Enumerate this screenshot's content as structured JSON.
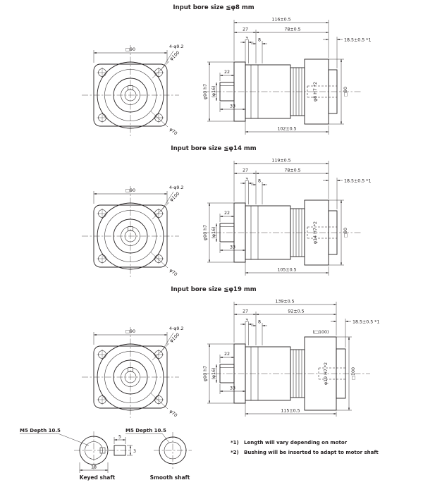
{
  "page": {
    "background": "#ffffff",
    "line_color": "#231f20"
  },
  "sections": [
    {
      "title": "Input bore size  ≦φ8 mm",
      "front": {
        "square": "□90",
        "holes": "4-φ9.2",
        "bcd": "φ100",
        "spigot": "φ70"
      },
      "side": {
        "overall": "116±0.5",
        "len_a": "27",
        "len_b": "78±0.5",
        "small_a": "3",
        "small_b": "8",
        "left_a": "22",
        "left_b": "33",
        "right": "18.5±0.5 *1",
        "bottom": "102±0.5",
        "flange_dia": "φ90 h7",
        "shaft_dia": "(φ16)",
        "motor_flange": "□90",
        "bore": "φ8 H7 *2"
      }
    },
    {
      "title": "Input bore size  ≦φ14 mm",
      "front": {
        "square": "□90",
        "holes": "4-φ9.2",
        "bcd": "φ100",
        "spigot": "φ70"
      },
      "side": {
        "overall": "119±0.5",
        "len_a": "27",
        "len_b": "78±0.5",
        "small_a": "3",
        "small_b": "8",
        "left_a": "22",
        "left_b": "33",
        "right": "18.5±0.5 *1",
        "bottom": "105±0.5",
        "flange_dia": "φ90 h7",
        "shaft_dia": "(φ16)",
        "motor_flange": "□90",
        "bore": "φ14 H7 *2"
      }
    },
    {
      "title": "Input bore size  ≦φ19 mm",
      "front": {
        "square": "□90",
        "holes": "4-φ9.2",
        "bcd": "φ100",
        "spigot": "φ70"
      },
      "side": {
        "overall": "139±0.5",
        "len_a": "27",
        "len_b": "92±0.5",
        "small_a": "3",
        "small_b": "8",
        "left_a": "22",
        "left_b": "33",
        "right": "18.5±0.5 *1",
        "bottom": "115±0.5",
        "flange_dia": "φ90 h7",
        "shaft_dia": "(φ16)",
        "motor_flange": "□100",
        "bore": "φ19 H7 *2",
        "extra": "(□100)"
      }
    }
  ],
  "details": {
    "keyed": {
      "tap": "M5 Depth 10.5",
      "caption": "Keyed shaft",
      "dim_top": "5",
      "dim_side": "3",
      "dim_bottom": "18"
    },
    "smooth": {
      "tap": "M5 Depth 10.5",
      "caption": "Smooth shaft"
    }
  },
  "notes": [
    {
      "ref": "*1)",
      "text": "Length will vary depending on motor"
    },
    {
      "ref": "*2)",
      "text": "Bushing will be inserted to adapt to motor shaft"
    }
  ]
}
